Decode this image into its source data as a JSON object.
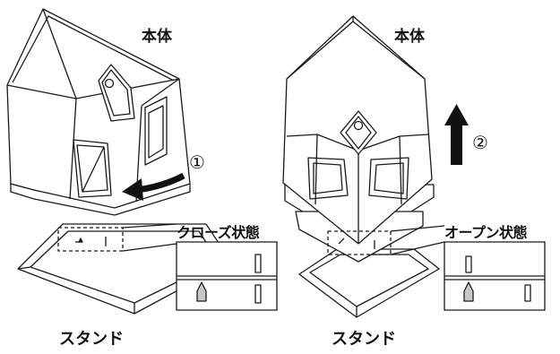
{
  "left_figure": {
    "body_label": "本体",
    "stand_label": "スタンド",
    "state_label": "クローズ状態",
    "step_label": "①"
  },
  "right_figure": {
    "body_label": "本体",
    "stand_label": "スタンド",
    "state_label": "オープン状態",
    "step_label": "②"
  },
  "icons": {
    "rotate_arrow": "curved-arrow-icon",
    "lift_arrow": "up-arrow-icon",
    "marker": "triangle-marker-icon"
  }
}
